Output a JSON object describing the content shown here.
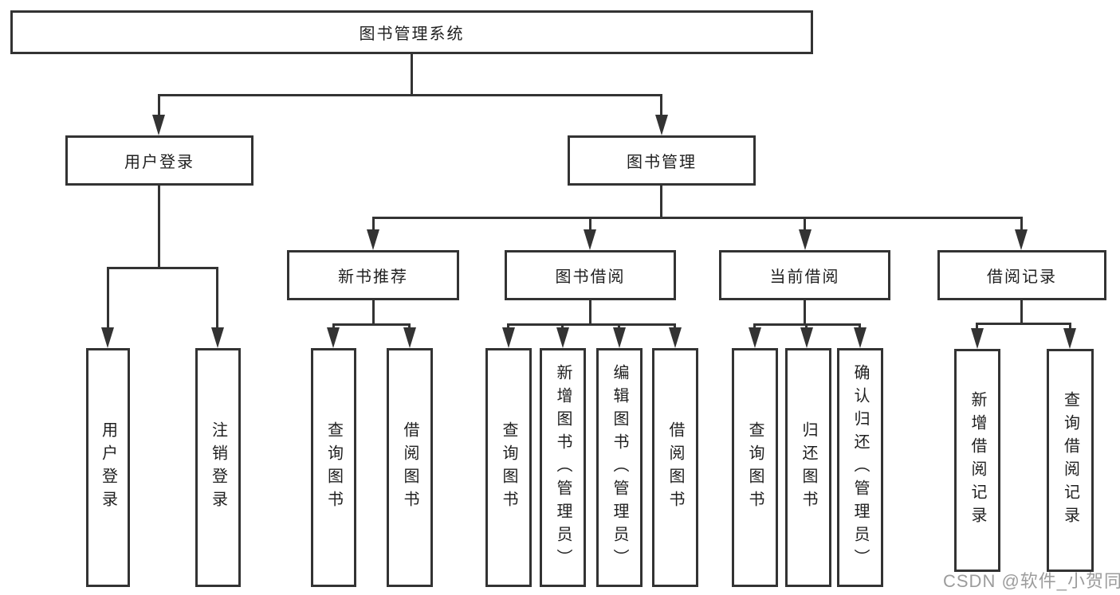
{
  "diagram": {
    "root": {
      "label": "图书管理系统"
    },
    "level2": [
      {
        "label": "用户登录"
      },
      {
        "label": "图书管理"
      }
    ],
    "level3": [
      {
        "label": "新书推荐"
      },
      {
        "label": "图书借阅"
      },
      {
        "label": "当前借阅"
      },
      {
        "label": "借阅记录"
      }
    ],
    "leaves": [
      {
        "label": "用户登录"
      },
      {
        "label": "注销登录"
      },
      {
        "label": "查询图书"
      },
      {
        "label": "借阅图书"
      },
      {
        "label": "查询图书"
      },
      {
        "label": "新增图书（管理员）"
      },
      {
        "label": "编辑图书（管理员）"
      },
      {
        "label": "借阅图书"
      },
      {
        "label": "查询图书"
      },
      {
        "label": "归还图书"
      },
      {
        "label": "确认归还（管理员）"
      },
      {
        "label": "新增借阅记录"
      },
      {
        "label": "查询借阅记录"
      }
    ]
  },
  "watermark": {
    "text": "CSDN @软件_小贺同学"
  },
  "colors": {
    "line": "#333333",
    "text": "#1f1f1f",
    "watermark": "#9c9c9c",
    "background": "#ffffff"
  }
}
